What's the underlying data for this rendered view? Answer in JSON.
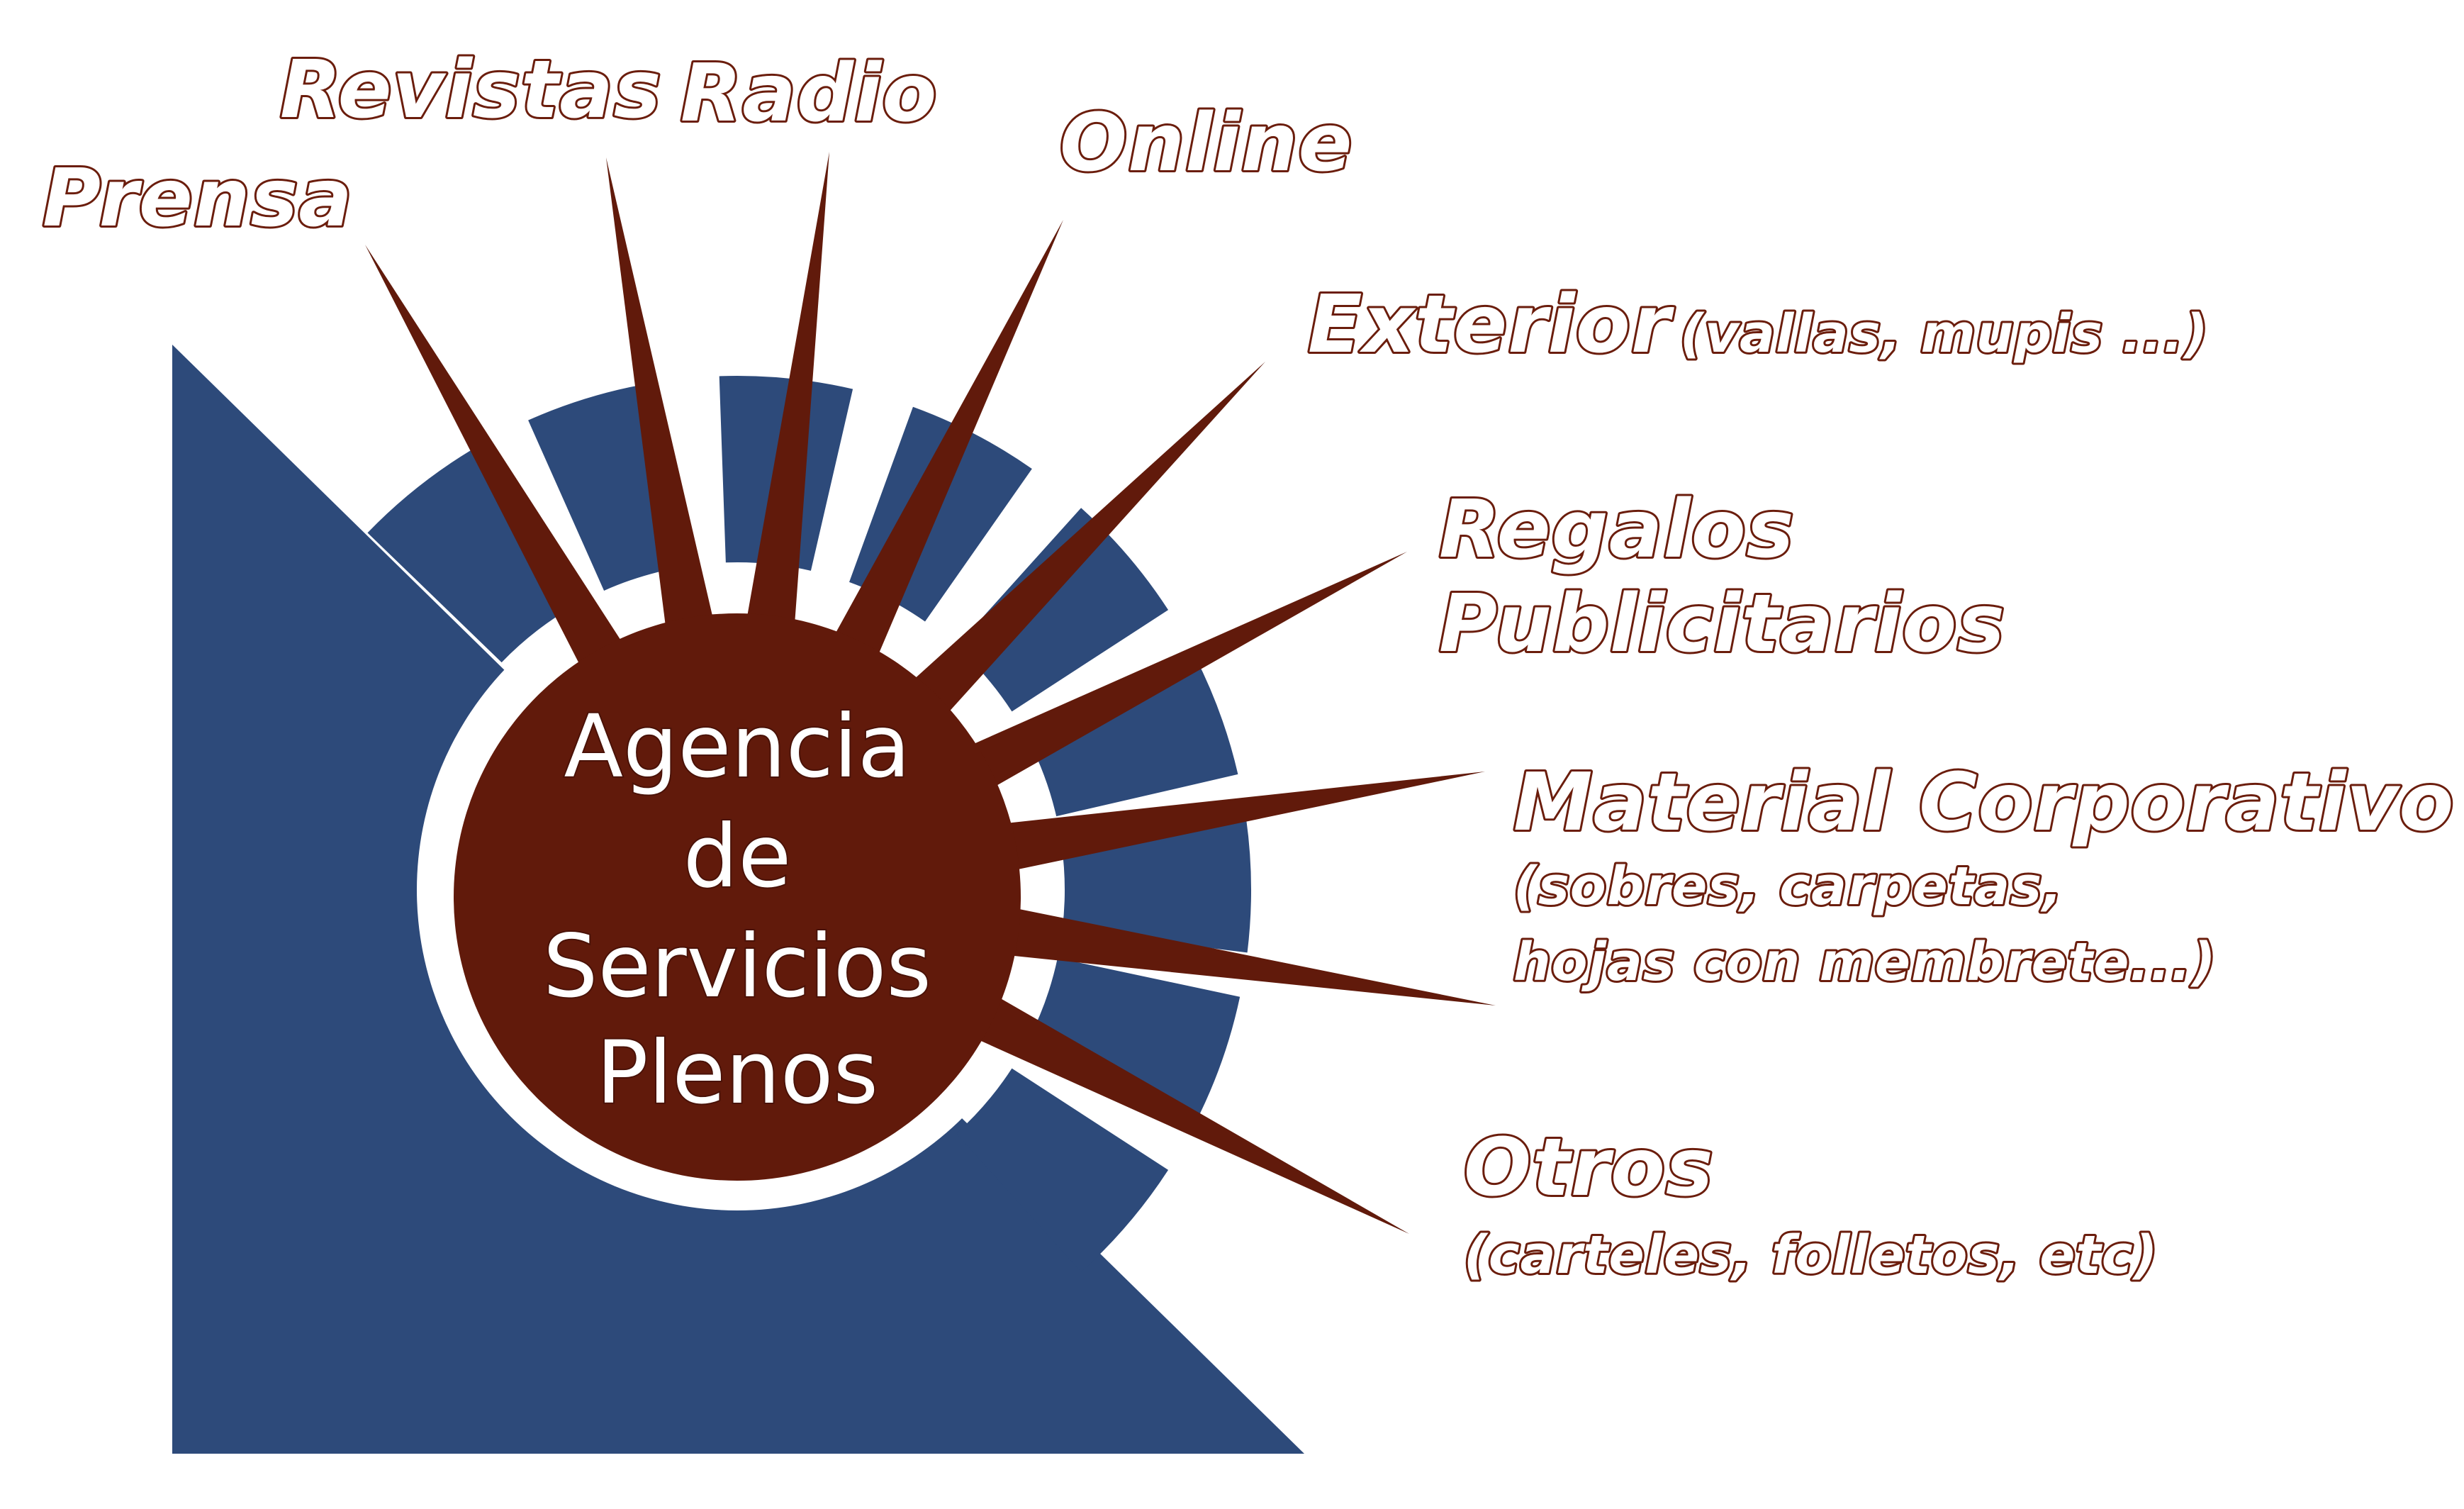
{
  "center": {
    "lines": [
      "Agencia",
      "de",
      "Servicios",
      "Plenos"
    ]
  },
  "labels": {
    "prensa": "Prensa",
    "revistas": "Revistas",
    "radio": "Radio",
    "online": "Online",
    "exterior": "Exterior",
    "exterior_note": "(vallas, mupis ...)",
    "regalos_1": "Regalos",
    "regalos_2": "Publicitarios",
    "material": "Material Corporativo",
    "material_note_1": "(sobres, carpetas,",
    "material_note_2": "hojas con membrete...)",
    "otros": "Otros",
    "otros_note": "(carteles, folletos, etc)"
  },
  "colors": {
    "navy": "#2d4a7a",
    "brown": "#611a0b",
    "label_outline": "#6b1d0c",
    "label_fill": "#ffffff"
  }
}
